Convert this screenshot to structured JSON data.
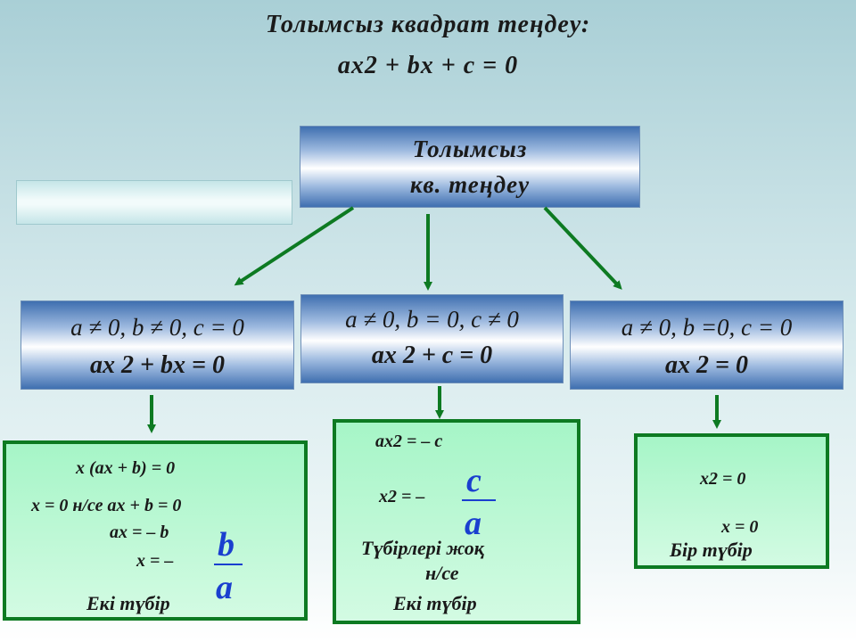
{
  "title": {
    "line1": "Толымсыз квадрат теңдеу:",
    "line2": "ax2 + bx + c = 0"
  },
  "root": {
    "line1": "Толымсыз",
    "line2": "кв. теңдеу"
  },
  "cases": [
    {
      "condition": "a ≠ 0, b ≠ 0, c = 0",
      "equation": "ax 2 + bx = 0"
    },
    {
      "condition": "a ≠ 0, b = 0, c ≠ 0",
      "equation": "ax 2 + c = 0"
    },
    {
      "condition": "a ≠ 0, b =0, c = 0",
      "equation": "ax 2 = 0"
    }
  ],
  "solutions": {
    "case1": {
      "step1": "x (ax + b) = 0",
      "step2": "x = 0 н/се ax + b = 0",
      "step3": "ax = – b",
      "step4": "x = –",
      "frac_num": "b",
      "frac_den": "a",
      "result": "Екі түбір"
    },
    "case2": {
      "step1": "ax2 = – c",
      "step2": "x2 = –",
      "frac_num": "c",
      "frac_den": "a",
      "result1": "Түбірлері жоқ",
      "result2": "н/се",
      "result3": "Екі түбір"
    },
    "case3": {
      "step1": "x2 = 0",
      "step2": "x = 0",
      "result": "Бір түбір"
    }
  },
  "colors": {
    "arrow": "#0d7a22",
    "box_border": "#0d7a22",
    "fraction": "#1a3fcf",
    "metal_dark": "#3f6fb0"
  }
}
